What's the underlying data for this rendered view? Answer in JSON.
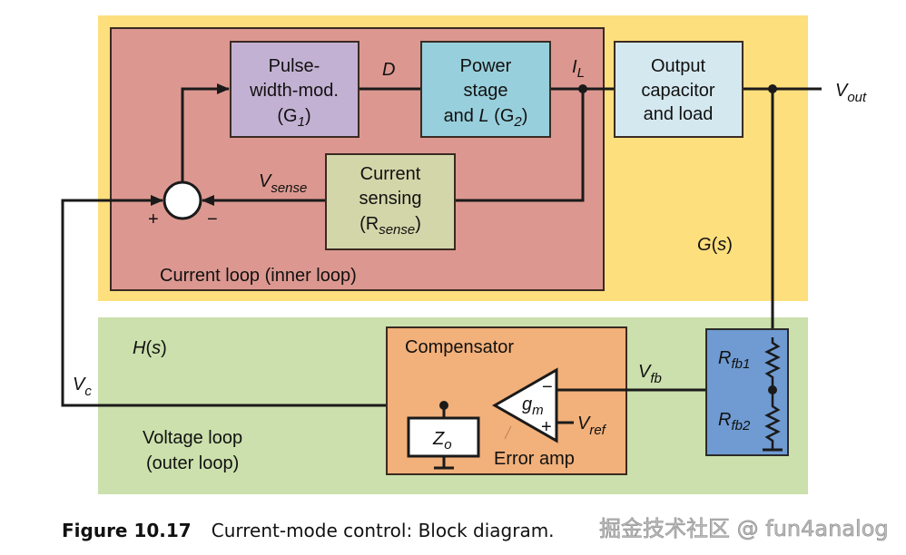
{
  "colors": {
    "plant_region": "#fddf7e",
    "current_loop": "#dc9890",
    "pwm_block": "#c3b1d3",
    "power_stage_block": "#98cfdc",
    "output_block": "#d4e8ef",
    "sensing_block": "#d3d6a9",
    "voltage_loop_region": "#cbe0ac",
    "compensator_block": "#f2b07a",
    "feedback_divider_block": "#6f9bd2",
    "line": "#1a1a1a"
  },
  "blocks": {
    "pwm": {
      "line1": "Pulse-",
      "line2": "width-mod.",
      "line3_pre": "(G",
      "line3_sub": "1",
      "line3_post": ")"
    },
    "power_stage": {
      "line1": "Power",
      "line2": "stage",
      "line3_pre": "and ",
      "line3_it": "L",
      "line3_mid": " (G",
      "line3_sub": "2",
      "line3_post": ")"
    },
    "output": {
      "line1": "Output",
      "line2": "capacitor",
      "line3": "and load"
    },
    "current_sensing": {
      "line1": "Current",
      "line2": "sensing",
      "line3_pre": "(R",
      "line3_sub": "sense",
      "line3_post": ")"
    },
    "compensator": {
      "title": "Compensator",
      "amp_label": "g",
      "amp_sub": "m",
      "amp_minus": "−",
      "amp_plus": "+",
      "amp_caption": "Error amp",
      "zo_label": "Z",
      "zo_sub": "o"
    },
    "feedback": {
      "r1": "R",
      "r1_sub": "fb1",
      "r2": "R",
      "r2_sub": "fb2"
    }
  },
  "signals": {
    "duty": "D",
    "inductor_current": {
      "main": "I",
      "sub": "L"
    },
    "vout": {
      "main": "V",
      "sub": "out"
    },
    "vsense": {
      "main": "V",
      "sub": "sense"
    },
    "vc": {
      "main": "V",
      "sub": "c"
    },
    "vfb": {
      "main": "V",
      "sub": "fb"
    },
    "vref": {
      "main": "V",
      "sub": "ref"
    }
  },
  "summer": {
    "plus": "+",
    "minus": "−"
  },
  "regions": {
    "current_loop_label": "Current loop (inner loop)",
    "plant_label": {
      "pre": "G",
      "mid": "(",
      "s": "s",
      "post": ")"
    },
    "voltage_loop_fn": {
      "pre": "H",
      "mid": "(",
      "s": "s",
      "post": ")"
    },
    "voltage_loop_line1": "Voltage loop",
    "voltage_loop_line2": "(outer loop)"
  },
  "caption": {
    "figure": "Figure 10.17",
    "text": "Current-mode control: Block diagram."
  },
  "watermark": "掘金技术社区 @ fun4analog"
}
